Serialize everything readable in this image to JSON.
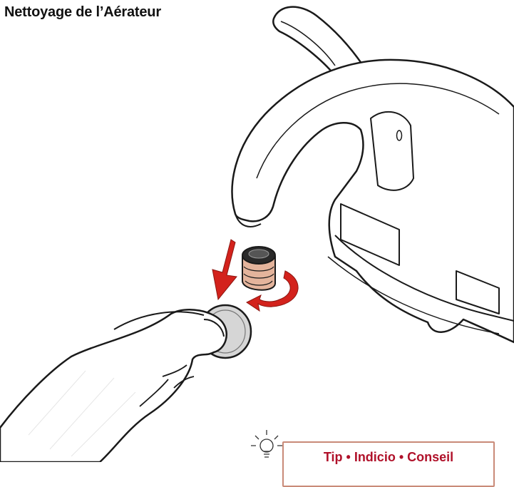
{
  "title": "Nettoyage de l’Aérateur",
  "tip": {
    "label": "Tip • Indicio • Conseil"
  },
  "illustration": {
    "subject": [
      "faucet",
      "aerator",
      "hand-with-cleaning-tool",
      "rotation-arrow",
      "downward-arrow"
    ]
  },
  "colors": {
    "arrow": "#d3221c",
    "outline": "#1a1a1a",
    "aerator_copper": "#e4b49c",
    "tip_border": "#c98a78",
    "tip_text": "#b0112a",
    "tool_disc": "#d6d6d6"
  }
}
